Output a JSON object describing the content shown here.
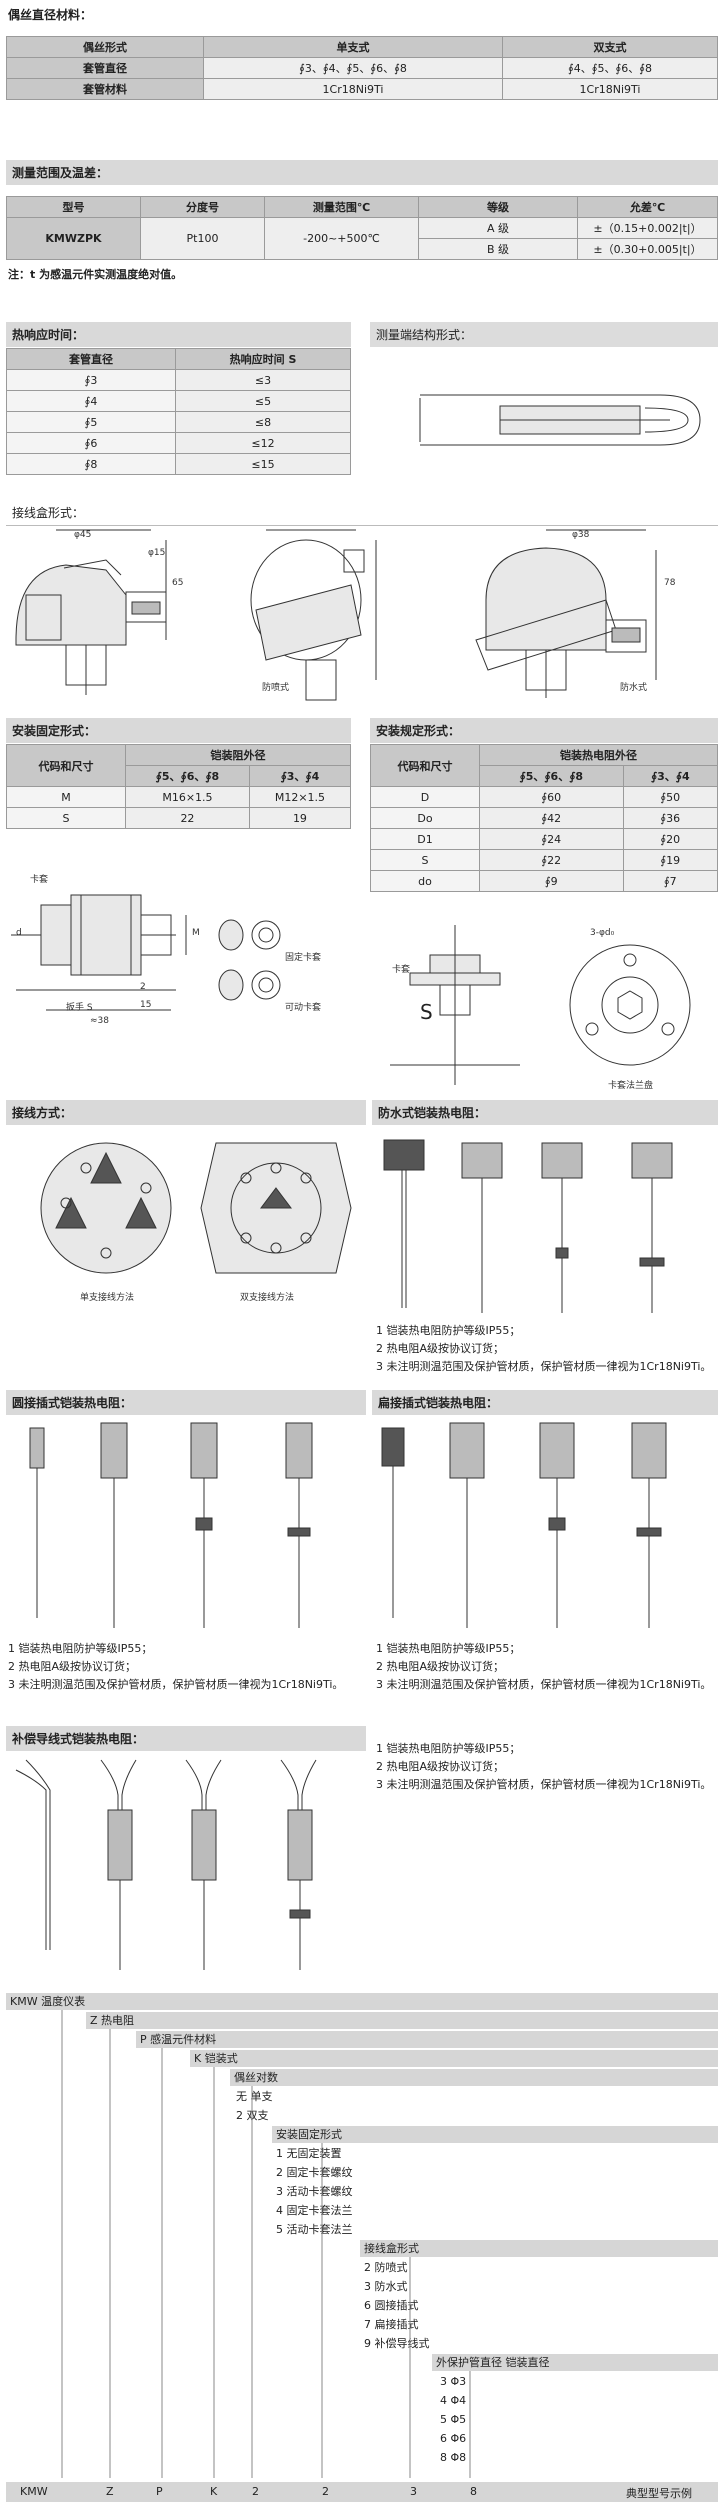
{
  "sec1": {
    "title": "偶丝直径材料：",
    "headers": [
      "偶丝形式",
      "单支式",
      "双支式"
    ],
    "rows": [
      [
        "套管直径",
        "∮3、∮4、∮5、∮6、∮8",
        "∮4、∮5、∮6、∮8"
      ],
      [
        "套管材料",
        "1Cr18Ni9Ti",
        "1Cr18Ni9Ti"
      ]
    ]
  },
  "sec2": {
    "title": "测量范围及温差：",
    "headers": [
      "型号",
      "分度号",
      "测量范围℃",
      "等级",
      "允差℃"
    ],
    "model": "KMWZPK",
    "index": "Pt100",
    "range": "-200~+500℃",
    "grades": [
      {
        "grade": "A 级",
        "tol": "±（0.15+0.002|t|）"
      },
      {
        "grade": "B 级",
        "tol": "±（0.30+0.005|t|）"
      }
    ],
    "note": "注：t 为感温元件实测温度绝对值。"
  },
  "sec3": {
    "title": "热响应时间：",
    "headers": [
      "套管直径",
      "热响应时间 S"
    ],
    "rows": [
      [
        "∮3",
        "≤3"
      ],
      [
        "∮4",
        "≤5"
      ],
      [
        "∮5",
        "≤8"
      ],
      [
        "∮6",
        "≤12"
      ],
      [
        "∮8",
        "≤15"
      ]
    ]
  },
  "sec4": {
    "title": "测量端结构形式："
  },
  "sec5": {
    "title": "接线盒形式：",
    "captions": [
      "防喷式",
      "防水式"
    ],
    "dims": [
      "φ45",
      "φ15",
      "65",
      "φ38",
      "78"
    ]
  },
  "sec6": {
    "title": "安装固定形式：",
    "col1": "代码和尺寸",
    "col2": "铠装阻外径",
    "sub": [
      "∮5、∮6、∮8",
      "∮3、∮4"
    ],
    "rows": [
      [
        "M",
        "M16×1.5",
        "M12×1.5"
      ],
      [
        "S",
        "22",
        "19"
      ]
    ],
    "labels": {
      "kt": "卡套",
      "fixed": "固定卡套",
      "movable": "可动卡套",
      "wrench": "扳手 S",
      "len": "≈38",
      "d": "d",
      "m": "M",
      "n2": "2",
      "n15": "15"
    }
  },
  "sec7": {
    "title": "安装规定形式：",
    "col1": "代码和尺寸",
    "col2": "铠装热电阻外径",
    "sub": [
      "∮5、∮6、∮8",
      "∮3、∮4"
    ],
    "rows": [
      [
        "D",
        "∮60",
        "∮50"
      ],
      [
        "Do",
        "∮42",
        "∮36"
      ],
      [
        "D1",
        "∮24",
        "∮20"
      ],
      [
        "S",
        "∮22",
        "∮19"
      ],
      [
        "do",
        "∮9",
        "∮7"
      ]
    ],
    "labels": {
      "kt": "卡套",
      "flange": "卡套法兰盘",
      "holes": "3-φd₀",
      "s": "S"
    }
  },
  "sec8": {
    "title": "接线方式：",
    "captions": [
      "单支接线方法",
      "双支接线方法"
    ]
  },
  "sec9": {
    "title": "防水式铠装热电阻：",
    "notes": [
      "1 铠装热电阻防护等级IP55；",
      "2 热电阻A级按协议订货；",
      "3 未注明测温范围及保护管材质，保护管材质一律视为1Cr18Ni9Ti。"
    ]
  },
  "sec10": {
    "title": "圆接插式铠装热电阻：",
    "notes": [
      "1 铠装热电阻防护等级IP55；",
      "2 热电阻A级按协议订货；",
      "3 未注明测温范围及保护管材质，保护管材质一律视为1Cr18Ni9Ti。"
    ]
  },
  "sec11": {
    "title": "扁接插式铠装热电阻：",
    "notes": [
      "1 铠装热电阻防护等级IP55；",
      "2 热电阻A级按协议订货；",
      "3 未注明测温范围及保护管材质，保护管材质一律视为1Cr18Ni9Ti。"
    ]
  },
  "sec12": {
    "title": "补偿导线式铠装热电阻：",
    "notes": [
      "1 铠装热电阻防护等级IP55；",
      "2 热电阻A级按协议订货；",
      "3 未注明测温范围及保护管材质，保护管材质一律视为1Cr18Ni9Ti。"
    ]
  },
  "sec13": {
    "l1": "KMW 温度仪表",
    "l2": "Z 热电阻",
    "l3": "P 感温元件材料",
    "l4": "K 铠装式",
    "l5": "偶丝对数",
    "l5a": "无  单支",
    "l5b": "2   双支",
    "l6": "安装固定形式",
    "l6items": [
      "1  无固定装置",
      "2  固定卡套螺纹",
      "3  活动卡套螺纹",
      "4  固定卡套法兰",
      "5  活动卡套法兰"
    ],
    "l7": "接线盒形式",
    "l7items": [
      "2  防喷式",
      "3  防水式",
      "6  圆接插式",
      "7  扁接插式",
      "9  补偿导线式"
    ],
    "l8": "外保护管直径  铠装直径",
    "l8items": [
      "3  Φ3",
      "4  Φ4",
      "5  Φ5",
      "6  Φ6",
      "8  Φ8"
    ],
    "example": [
      "KMW",
      "Z",
      "P",
      "K",
      "2",
      "2",
      "3",
      "8"
    ],
    "example_label": "典型型号示例"
  }
}
